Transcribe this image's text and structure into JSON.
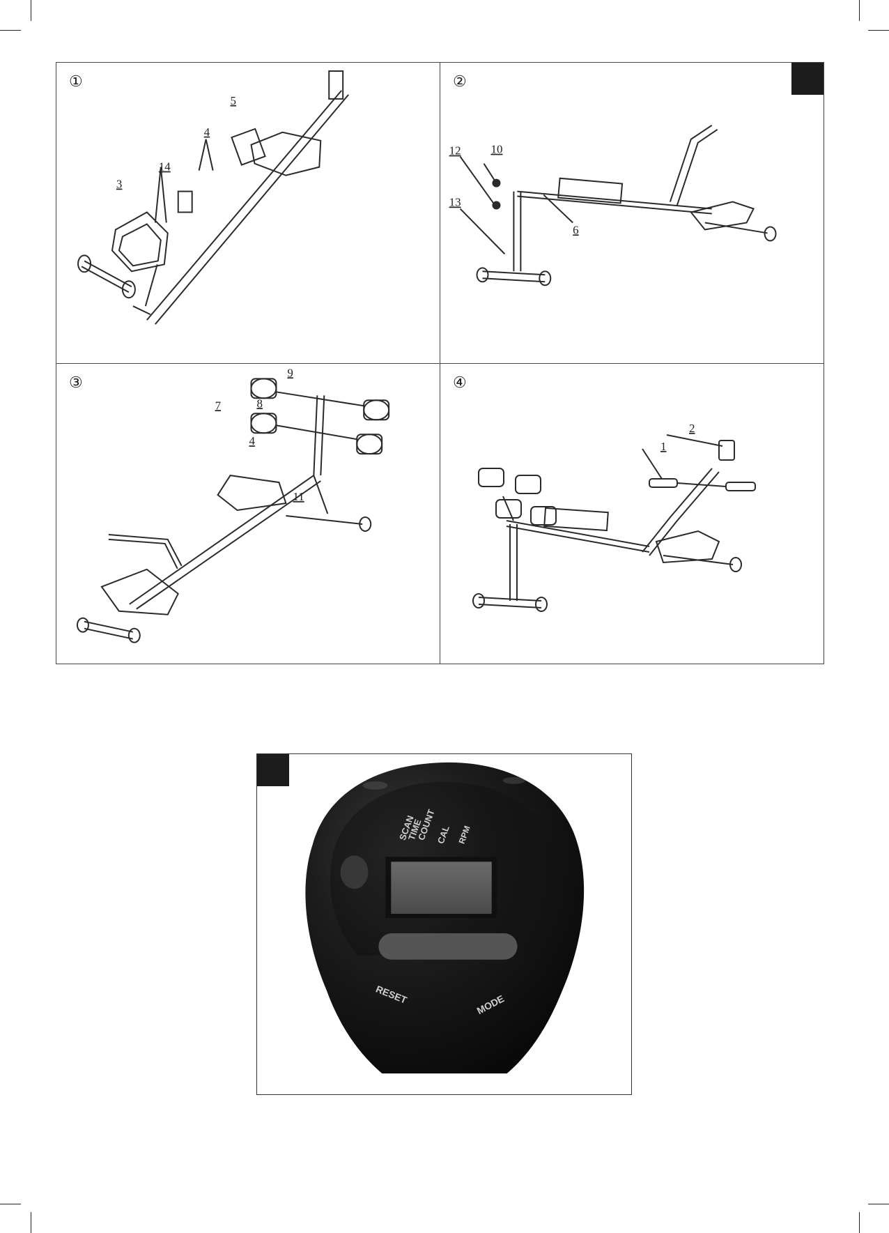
{
  "steps": [
    {
      "number": "①",
      "parts": [
        "5",
        "4",
        "14",
        "3"
      ]
    },
    {
      "number": "②",
      "parts": [
        "10",
        "12",
        "13",
        "6"
      ]
    },
    {
      "number": "③",
      "parts": [
        "9",
        "7",
        "8",
        "4",
        "11"
      ]
    },
    {
      "number": "④",
      "parts": [
        "2",
        "1"
      ]
    }
  ],
  "console": {
    "labels": [
      "SCAN",
      "TIME",
      "COUNT",
      "CAL",
      "RPM"
    ],
    "reset_label": "RESET",
    "mode_label": "MODE"
  },
  "colors": {
    "line": "#2a2a2a",
    "console_body": "#161616",
    "console_lcd": "#5a5a5a",
    "marker_box": "#1c1c1c"
  }
}
